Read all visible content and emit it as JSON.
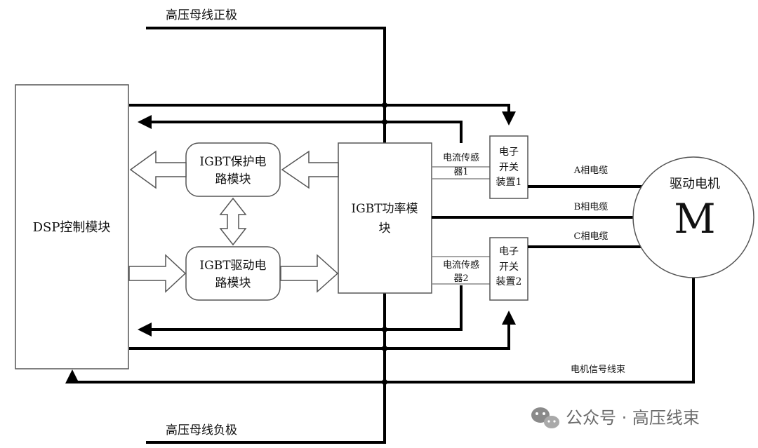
{
  "labels": {
    "bus_positive": "高压母线正极",
    "bus_negative": "高压母线负极",
    "dsp": "DSP控制模块",
    "igbt_protect_1": "IGBT保护电",
    "igbt_protect_2": "路模块",
    "igbt_drive_1": "IGBT驱动电",
    "igbt_drive_2": "路模块",
    "igbt_power_1": "IGBT功率模",
    "igbt_power_2": "块",
    "sensor1_1": "电流传感",
    "sensor1_2": "器1",
    "sensor2_1": "电流传感",
    "sensor2_2": "器2",
    "switch1_1": "电子",
    "switch1_2": "开关",
    "switch1_3": "装置1",
    "switch2_1": "电子",
    "switch2_2": "开关",
    "switch2_3": "装置2",
    "phase_a": "A相电缆",
    "phase_b": "B相电缆",
    "phase_c": "C相电缆",
    "motor_title": "驱动电机",
    "motor_symbol": "M",
    "motor_signal": "电机信号线束"
  },
  "watermark": {
    "icon": "wechat-icon",
    "text": "公众号 · 高压线束"
  },
  "colors": {
    "line": "#000000",
    "block_border": "#555555",
    "watermark": "#6b6b6b"
  }
}
